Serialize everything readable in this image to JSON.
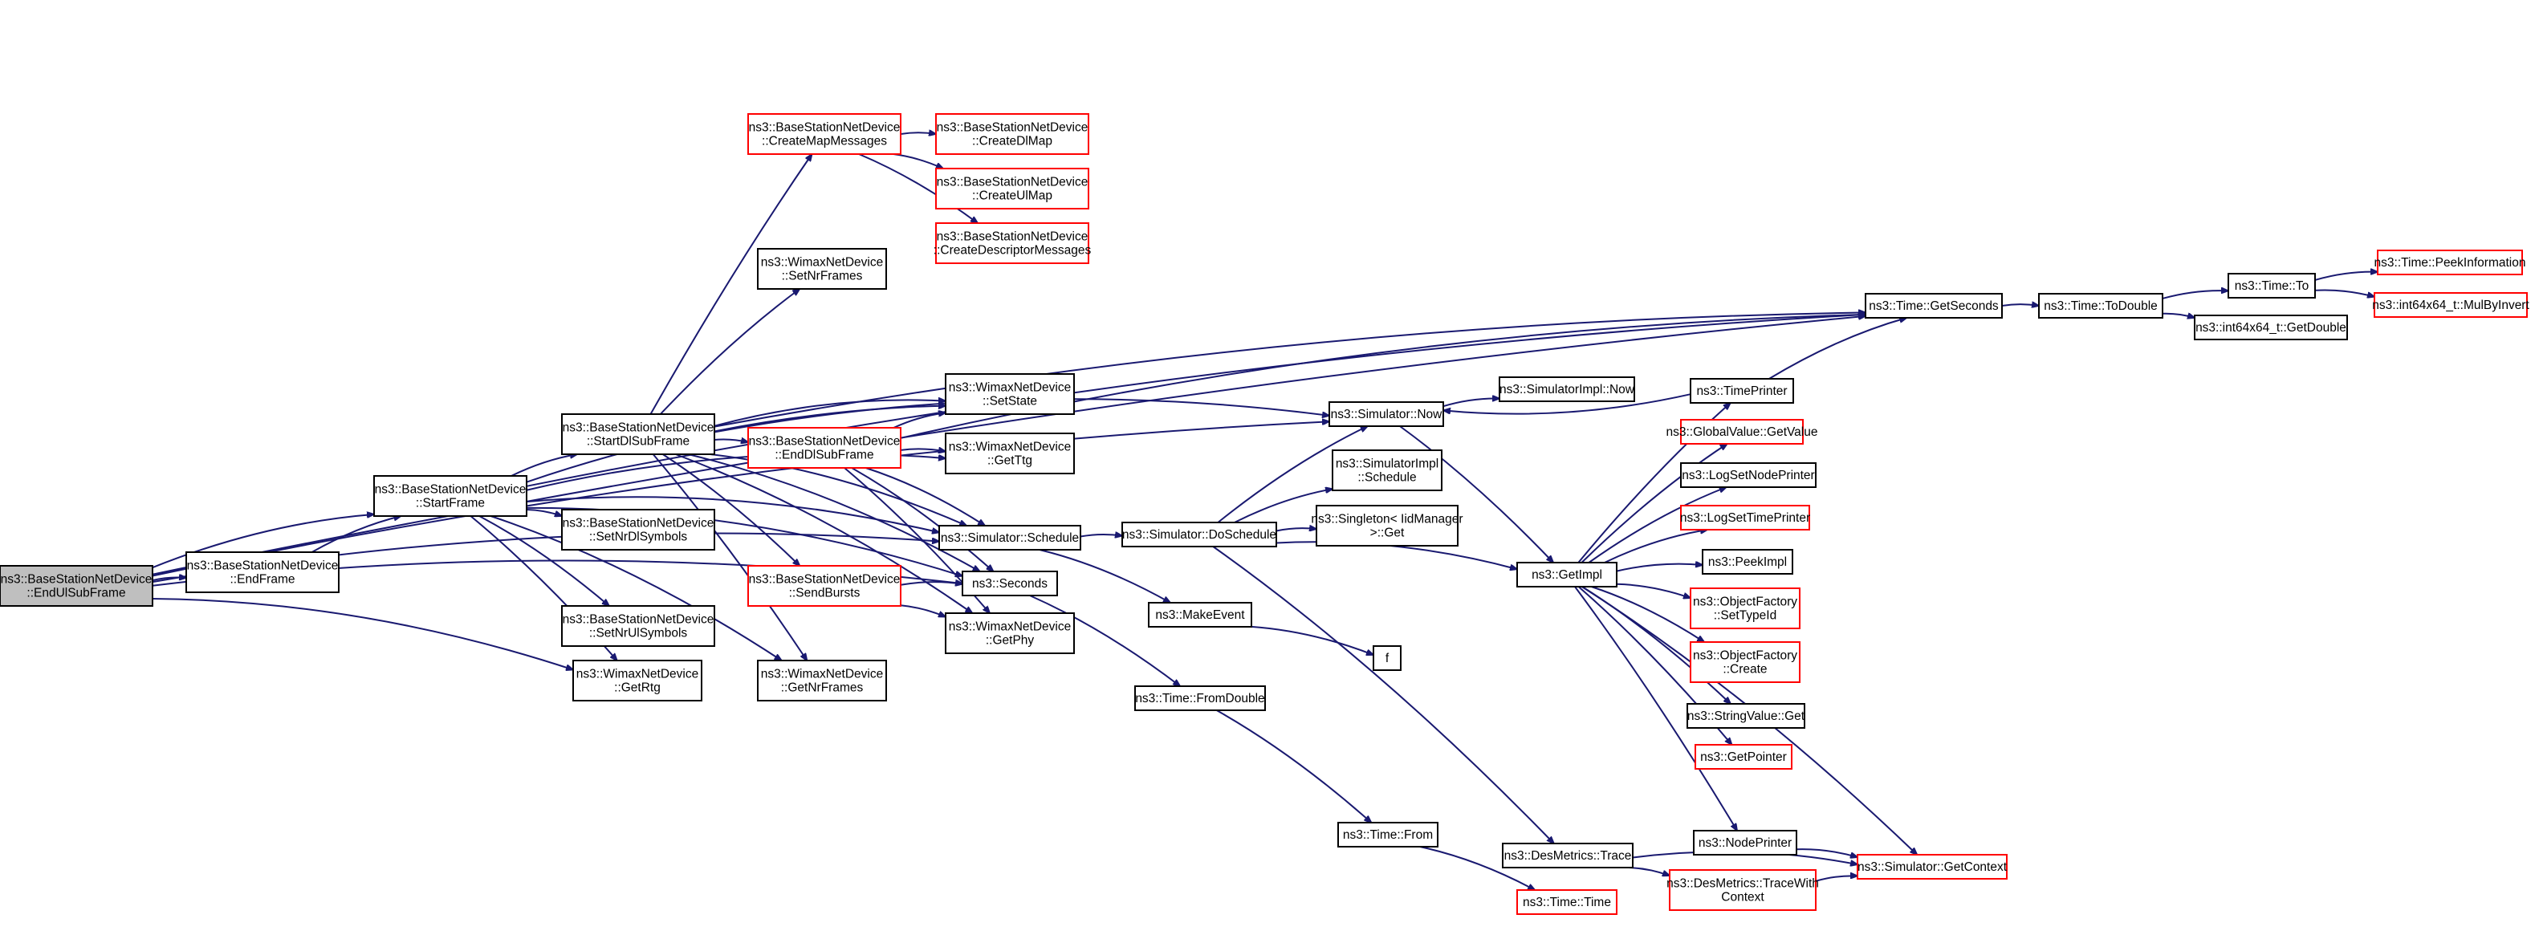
{
  "colors": {
    "edge": "#191970",
    "normal_border": "#000000",
    "truncated_border": "#ff0000",
    "root_fill": "#bfbfbf",
    "node_fill": "#ffffff"
  },
  "nodes": [
    {
      "id": "endul",
      "lines": [
        "ns3::BaseStationNetDevice",
        "::EndUlSubFrame"
      ],
      "style": "root"
    },
    {
      "id": "endframe",
      "lines": [
        "ns3::BaseStationNetDevice",
        "::EndFrame"
      ],
      "style": "normal"
    },
    {
      "id": "startframe",
      "lines": [
        "ns3::BaseStationNetDevice",
        "::StartFrame"
      ],
      "style": "normal"
    },
    {
      "id": "startdl",
      "lines": [
        "ns3::BaseStationNetDevice",
        "::StartDlSubFrame"
      ],
      "style": "normal"
    },
    {
      "id": "setnrdl",
      "lines": [
        "ns3::BaseStationNetDevice",
        "::SetNrDlSymbols"
      ],
      "style": "normal"
    },
    {
      "id": "setnrul",
      "lines": [
        "ns3::BaseStationNetDevice",
        "::SetNrUlSymbols"
      ],
      "style": "normal"
    },
    {
      "id": "getrtg",
      "lines": [
        "ns3::WimaxNetDevice",
        "::GetRtg"
      ],
      "style": "normal"
    },
    {
      "id": "createmap",
      "lines": [
        "ns3::BaseStationNetDevice",
        "::CreateMapMessages"
      ],
      "style": "truncated"
    },
    {
      "id": "setnrframes",
      "lines": [
        "ns3::WimaxNetDevice",
        "::SetNrFrames"
      ],
      "style": "normal"
    },
    {
      "id": "enddl",
      "lines": [
        "ns3::BaseStationNetDevice",
        "::EndDlSubFrame"
      ],
      "style": "truncated"
    },
    {
      "id": "sendbursts",
      "lines": [
        "ns3::BaseStationNetDevice",
        "::SendBursts"
      ],
      "style": "truncated"
    },
    {
      "id": "getnrframes",
      "lines": [
        "ns3::WimaxNetDevice",
        "::GetNrFrames"
      ],
      "style": "normal"
    },
    {
      "id": "createdl",
      "lines": [
        "ns3::BaseStationNetDevice",
        "::CreateDlMap"
      ],
      "style": "truncated"
    },
    {
      "id": "createul",
      "lines": [
        "ns3::BaseStationNetDevice",
        "::CreateUlMap"
      ],
      "style": "truncated"
    },
    {
      "id": "createdesc",
      "lines": [
        "ns3::BaseStationNetDevice",
        "::CreateDescriptorMessages"
      ],
      "style": "truncated"
    },
    {
      "id": "setstate",
      "lines": [
        "ns3::WimaxNetDevice",
        "::SetState"
      ],
      "style": "normal"
    },
    {
      "id": "getttg",
      "lines": [
        "ns3::WimaxNetDevice",
        "::GetTtg"
      ],
      "style": "normal"
    },
    {
      "id": "schedule",
      "lines": [
        "ns3::Simulator::Schedule"
      ],
      "style": "normal"
    },
    {
      "id": "seconds",
      "lines": [
        "ns3::Seconds"
      ],
      "style": "normal"
    },
    {
      "id": "getphy",
      "lines": [
        "ns3::WimaxNetDevice",
        "::GetPhy"
      ],
      "style": "normal"
    },
    {
      "id": "doschedule",
      "lines": [
        "ns3::Simulator::DoSchedule"
      ],
      "style": "normal"
    },
    {
      "id": "makeevent",
      "lines": [
        "ns3::MakeEvent"
      ],
      "style": "normal"
    },
    {
      "id": "fromdouble",
      "lines": [
        "ns3::Time::FromDouble"
      ],
      "style": "normal"
    },
    {
      "id": "f",
      "lines": [
        "f"
      ],
      "style": "normal"
    },
    {
      "id": "now",
      "lines": [
        "ns3::Simulator::Now"
      ],
      "style": "normal"
    },
    {
      "id": "implnow",
      "lines": [
        "ns3::SimulatorImpl::Now"
      ],
      "style": "normal"
    },
    {
      "id": "implsched",
      "lines": [
        "ns3::SimulatorImpl",
        "::Schedule"
      ],
      "style": "normal"
    },
    {
      "id": "singleton",
      "lines": [
        "ns3::Singleton< IidManager",
        ">::Get"
      ],
      "style": "normal"
    },
    {
      "id": "timefrom",
      "lines": [
        "ns3::Time::From"
      ],
      "style": "normal"
    },
    {
      "id": "desmetrics",
      "lines": [
        "ns3::DesMetrics::Trace"
      ],
      "style": "normal"
    },
    {
      "id": "timetime",
      "lines": [
        "ns3::Time::Time"
      ],
      "style": "truncated"
    },
    {
      "id": "getimpl",
      "lines": [
        "ns3::GetImpl"
      ],
      "style": "normal"
    },
    {
      "id": "getseconds",
      "lines": [
        "ns3::Time::GetSeconds"
      ],
      "style": "normal"
    },
    {
      "id": "todouble",
      "lines": [
        "ns3::Time::ToDouble"
      ],
      "style": "normal"
    },
    {
      "id": "timeto",
      "lines": [
        "ns3::Time::To"
      ],
      "style": "normal"
    },
    {
      "id": "getdouble",
      "lines": [
        "ns3::int64x64_t::GetDouble"
      ],
      "style": "normal"
    },
    {
      "id": "peekinfo",
      "lines": [
        "ns3::Time::PeekInformation"
      ],
      "style": "truncated"
    },
    {
      "id": "mulbyinvert",
      "lines": [
        "ns3::int64x64_t::MulByInvert"
      ],
      "style": "truncated"
    },
    {
      "id": "timeprinter",
      "lines": [
        "ns3::TimePrinter"
      ],
      "style": "normal"
    },
    {
      "id": "globalvalue",
      "lines": [
        "ns3::GlobalValue::GetValue"
      ],
      "style": "truncated"
    },
    {
      "id": "lognode",
      "lines": [
        "ns3::LogSetNodePrinter"
      ],
      "style": "normal"
    },
    {
      "id": "logtime",
      "lines": [
        "ns3::LogSetTimePrinter"
      ],
      "style": "truncated"
    },
    {
      "id": "peekimpl",
      "lines": [
        "ns3::PeekImpl"
      ],
      "style": "normal"
    },
    {
      "id": "settypeid",
      "lines": [
        "ns3::ObjectFactory",
        "::SetTypeId"
      ],
      "style": "truncated"
    },
    {
      "id": "create",
      "lines": [
        "ns3::ObjectFactory",
        "::Create"
      ],
      "style": "truncated"
    },
    {
      "id": "stringvalue",
      "lines": [
        "ns3::StringValue::Get"
      ],
      "style": "normal"
    },
    {
      "id": "getpointer",
      "lines": [
        "ns3::GetPointer"
      ],
      "style": "truncated"
    },
    {
      "id": "nodeprinter",
      "lines": [
        "ns3::NodePrinter"
      ],
      "style": "normal"
    },
    {
      "id": "tracewith",
      "lines": [
        "ns3::DesMetrics::TraceWith",
        "Context"
      ],
      "style": "truncated"
    },
    {
      "id": "getcontext",
      "lines": [
        "ns3::Simulator::GetContext"
      ],
      "style": "truncated"
    }
  ],
  "edges": [
    [
      "endul",
      "endframe"
    ],
    [
      "endul",
      "startframe"
    ],
    [
      "endul",
      "getrtg"
    ],
    [
      "endul",
      "schedule"
    ],
    [
      "endul",
      "seconds"
    ],
    [
      "endul",
      "getseconds"
    ],
    [
      "endul",
      "now"
    ],
    [
      "endframe",
      "startframe"
    ],
    [
      "startframe",
      "startdl"
    ],
    [
      "startframe",
      "setnrdl"
    ],
    [
      "startframe",
      "setnrul"
    ],
    [
      "startframe",
      "getrtg"
    ],
    [
      "startframe",
      "setstate"
    ],
    [
      "startframe",
      "getttg"
    ],
    [
      "startframe",
      "schedule"
    ],
    [
      "startframe",
      "seconds"
    ],
    [
      "startframe",
      "getseconds"
    ],
    [
      "startframe",
      "getnrframes"
    ],
    [
      "startdl",
      "createmap"
    ],
    [
      "startdl",
      "setnrframes"
    ],
    [
      "startdl",
      "setstate"
    ],
    [
      "startdl",
      "enddl"
    ],
    [
      "startdl",
      "sendbursts"
    ],
    [
      "startdl",
      "getnrframes"
    ],
    [
      "startdl",
      "schedule"
    ],
    [
      "startdl",
      "seconds"
    ],
    [
      "startdl",
      "getphy"
    ],
    [
      "startdl",
      "now"
    ],
    [
      "startdl",
      "getseconds"
    ],
    [
      "createmap",
      "createdl"
    ],
    [
      "createmap",
      "createul"
    ],
    [
      "createmap",
      "createdesc"
    ],
    [
      "enddl",
      "setstate"
    ],
    [
      "enddl",
      "getttg"
    ],
    [
      "enddl",
      "schedule"
    ],
    [
      "enddl",
      "seconds"
    ],
    [
      "enddl",
      "getphy"
    ],
    [
      "enddl",
      "getseconds"
    ],
    [
      "sendbursts",
      "seconds"
    ],
    [
      "sendbursts",
      "getphy"
    ],
    [
      "schedule",
      "doschedule"
    ],
    [
      "schedule",
      "makeevent"
    ],
    [
      "seconds",
      "fromdouble"
    ],
    [
      "doschedule",
      "now"
    ],
    [
      "doschedule",
      "implsched"
    ],
    [
      "doschedule",
      "singleton"
    ],
    [
      "doschedule",
      "getimpl"
    ],
    [
      "doschedule",
      "desmetrics"
    ],
    [
      "makeevent",
      "f"
    ],
    [
      "fromdouble",
      "timefrom"
    ],
    [
      "timefrom",
      "timetime"
    ],
    [
      "now",
      "implnow"
    ],
    [
      "now",
      "getimpl"
    ],
    [
      "desmetrics",
      "tracewith"
    ],
    [
      "desmetrics",
      "getcontext"
    ],
    [
      "tracewith",
      "getcontext"
    ],
    [
      "getimpl",
      "timeprinter"
    ],
    [
      "getimpl",
      "globalvalue"
    ],
    [
      "getimpl",
      "lognode"
    ],
    [
      "getimpl",
      "logtime"
    ],
    [
      "getimpl",
      "peekimpl"
    ],
    [
      "getimpl",
      "settypeid"
    ],
    [
      "getimpl",
      "create"
    ],
    [
      "getimpl",
      "stringvalue"
    ],
    [
      "getimpl",
      "getpointer"
    ],
    [
      "getimpl",
      "nodeprinter"
    ],
    [
      "getimpl",
      "getcontext"
    ],
    [
      "timeprinter",
      "now"
    ],
    [
      "timeprinter",
      "getseconds"
    ],
    [
      "nodeprinter",
      "getcontext"
    ],
    [
      "getseconds",
      "todouble"
    ],
    [
      "todouble",
      "timeto"
    ],
    [
      "todouble",
      "getdouble"
    ],
    [
      "timeto",
      "peekinfo"
    ],
    [
      "timeto",
      "mulbyinvert"
    ]
  ]
}
